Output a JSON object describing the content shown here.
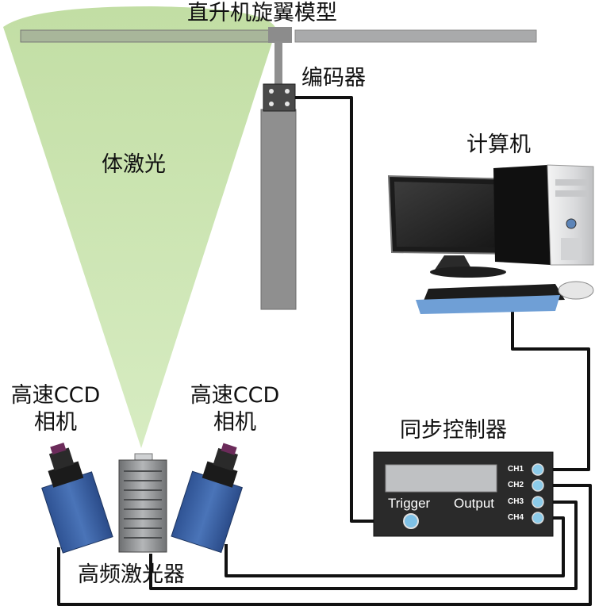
{
  "labels": {
    "rotor_model": "直升机旋翼模型",
    "encoder": "编码器",
    "volume_laser": "体激光",
    "computer": "计算机",
    "camera_left_line1": "高速CCD",
    "camera_left_line2": "相机",
    "camera_right_line1": "高速CCD",
    "camera_right_line2": "相机",
    "sync_controller": "同步控制器",
    "hf_laser": "高频激光器"
  },
  "controller": {
    "trigger": "Trigger",
    "output": "Output",
    "channels": [
      "CH1",
      "CH2",
      "CH3",
      "CH4"
    ]
  },
  "colors": {
    "laser_beam": "#c9e3ad",
    "rotor": "#a9aaab",
    "shaft": "#8f8f8f",
    "camera_body": "#3f66a8",
    "controller_body": "#2a2a2a",
    "cable": "#111111"
  }
}
